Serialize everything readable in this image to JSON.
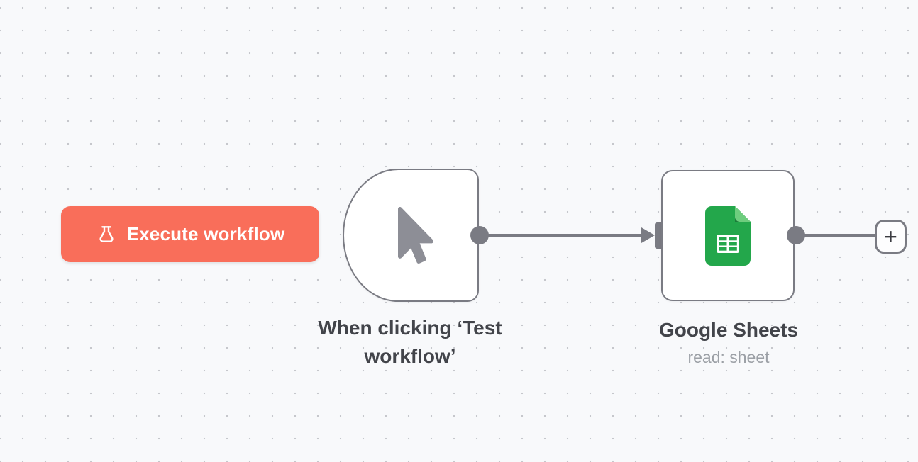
{
  "colors": {
    "canvas_bg": "#f8f9fb",
    "grid_dot": "#c6c7cc",
    "accent": "#f96e5a",
    "node_border": "#7a7b83",
    "node_bg": "#ffffff",
    "wire": "#7a7b83",
    "label_text": "#42444a",
    "sublabel_text": "#9ca0a6",
    "sheets_green": "#23a74b",
    "sheets_fold_light": "#6ecd7e",
    "sheets_fold_shadow": "#1b7d3a",
    "cursor_gray": "#8d8e96"
  },
  "toolbar": {
    "execute_button_label": "Execute workflow"
  },
  "nodes": [
    {
      "id": "manual-trigger",
      "type": "trigger",
      "label": "When clicking ‘Test workflow’",
      "icon": "mouse-cursor-icon"
    },
    {
      "id": "google-sheets",
      "type": "action",
      "label": "Google Sheets",
      "sublabel": "read: sheet",
      "icon": "google-sheets-icon"
    }
  ],
  "canvas": {
    "add_node_button_label": "+"
  }
}
